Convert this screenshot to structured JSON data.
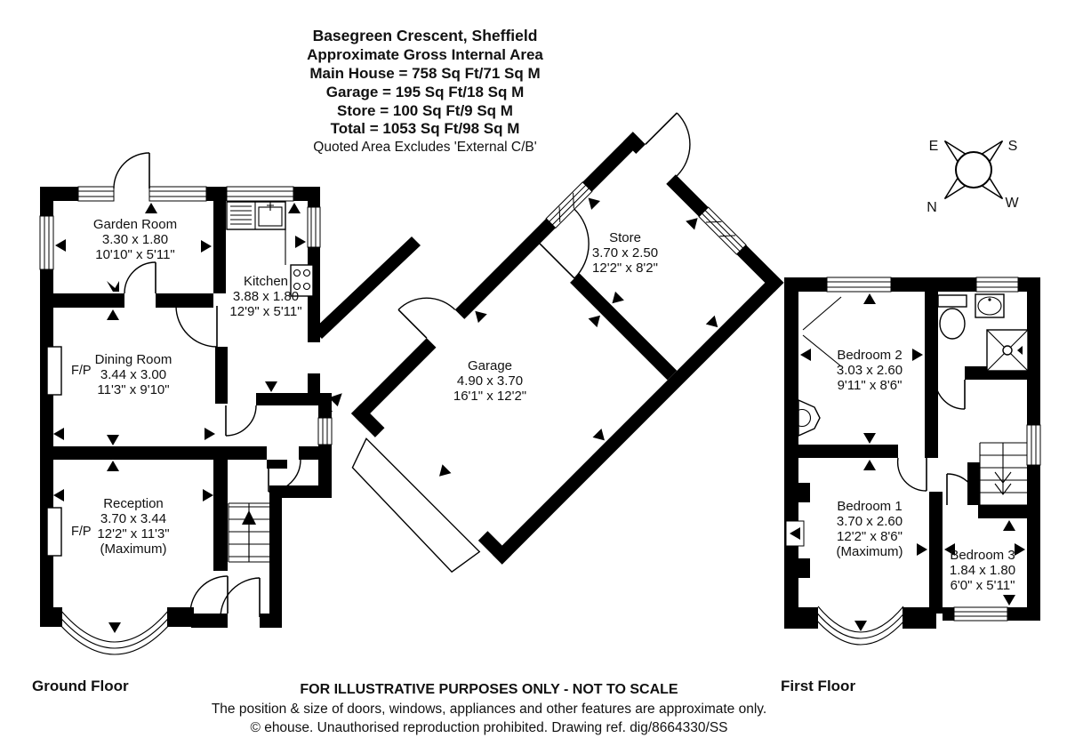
{
  "title_block": {
    "address": "Basegreen Crescent, Sheffield",
    "subtitle": "Approximate Gross Internal Area",
    "main_house": "Main House = 758 Sq Ft/71 Sq M",
    "garage": "Garage = 195 Sq Ft/18 Sq M",
    "store": "Store = 100 Sq Ft/9 Sq M",
    "total": "Total = 1053 Sq Ft/98 Sq M",
    "note": "Quoted Area Excludes 'External C/B'"
  },
  "compass": {
    "e": "E",
    "s": "S",
    "n": "N",
    "w": "W"
  },
  "labels": {
    "ground_floor": "Ground Floor",
    "first_floor": "First Floor",
    "fireplace": "F/P"
  },
  "rooms": {
    "garden_room": {
      "name": "Garden Room",
      "metric": "3.30 x 1.80",
      "imperial": "10'10\" x 5'11\""
    },
    "kitchen": {
      "name": "Kitchen",
      "metric": "3.88 x 1.80",
      "imperial": "12'9\" x 5'11\""
    },
    "dining_room": {
      "name": "Dining Room",
      "metric": "3.44 x 3.00",
      "imperial": "11'3\" x 9'10\""
    },
    "reception": {
      "name": "Reception",
      "metric": "3.70 x 3.44",
      "imperial": "12'2\" x 11'3\"",
      "note": "(Maximum)"
    },
    "garage": {
      "name": "Garage",
      "metric": "4.90 x 3.70",
      "imperial": "16'1\" x 12'2\""
    },
    "store": {
      "name": "Store",
      "metric": "3.70 x 2.50",
      "imperial": "12'2\" x 8'2\""
    },
    "bedroom_1": {
      "name": "Bedroom 1",
      "metric": "3.70 x 2.60",
      "imperial": "12'2\" x 8'6\"",
      "note": "(Maximum)"
    },
    "bedroom_2": {
      "name": "Bedroom 2",
      "metric": "3.03 x 2.60",
      "imperial": "9'11\" x 8'6\""
    },
    "bedroom_3": {
      "name": "Bedroom 3",
      "metric": "1.84 x 1.80",
      "imperial": "6'0\" x 5'11\""
    }
  },
  "footer": {
    "line1": "FOR ILLUSTRATIVE PURPOSES ONLY - NOT TO SCALE",
    "line2": "The position & size of doors, windows, appliances and other features are approximate only.",
    "line3": "© ehouse. Unauthorised reproduction prohibited. Drawing ref. dig/8664330/SS"
  },
  "colors": {
    "wall": "#000000",
    "text": "#111111",
    "background": "#ffffff"
  }
}
